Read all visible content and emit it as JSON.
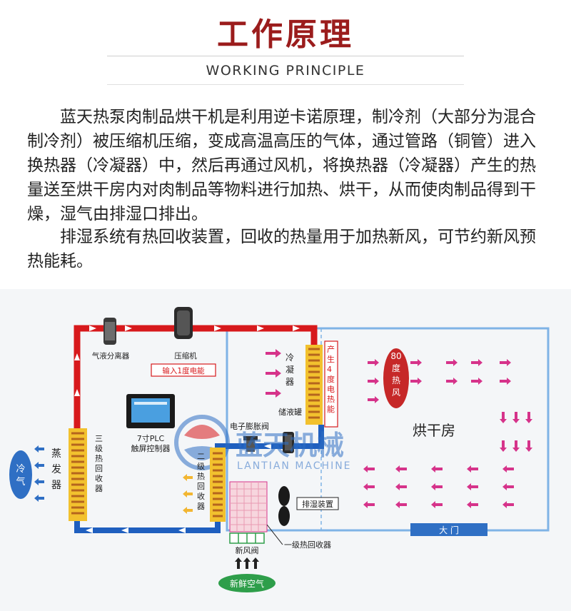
{
  "header": {
    "title": "工作原理",
    "subtitle": "WORKING PRINCIPLE"
  },
  "intro": {
    "paragraph1": "蓝天热泵肉制品烘干机是利用逆卡诺原理，制冷剂（大部分为混合制冷剂）被压缩机压缩，变成高温高压的气体，通过管路（铜管）进入换热器（冷凝器）中，然后再通过风机，将换热器（冷凝器）产生的热量送至烘干房内对肉制品等物料进行加热、烘干，从而使肉制品得到干燥，湿气由排湿口排出。",
    "paragraph2": "排湿系统有热回收装置，回收的热量用于加热新风，可节约新风预热能耗。"
  },
  "diagram": {
    "watermark_brand": "蓝天机械",
    "watermark_brand_en": "LANTIAN MACHINE",
    "labels": {
      "gas_liquid_separator": "气液分离器",
      "compressor": "压缩机",
      "input_energy": "输入1度电能",
      "condenser": "冷凝器",
      "output_heat": "产生4度电热能",
      "temp_badge": "80度热风",
      "liquid_receiver": "储液罐",
      "expansion_valve": "电子膨胀阀",
      "plc": "7寸PLC触屏控制器",
      "evaporator": "蒸发器",
      "tertiary_recovery": "三级热回收器",
      "secondary_recovery": "二级热回收器",
      "dehumidifier": "排湿装置",
      "primary_recovery": "一级热回收器",
      "fresh_air_valve": "新风阀",
      "fresh_air": "新鲜空气",
      "cold_air": "冷气",
      "drying_room": "烘干房",
      "main_door": "大 门"
    },
    "colors": {
      "hot_pipe": "#d7191c",
      "cold_pipe": "#1f5fbf",
      "room_border": "#7fb3e6",
      "coil_yellow": "#f2c12e",
      "coil_brown": "#b5651d",
      "arrow_pink": "#d6338a",
      "label_red": "#d7191c",
      "panel_blue": "#2f6fc4",
      "badge_red": "#c62828",
      "badge_green": "#2e9e4a"
    }
  }
}
